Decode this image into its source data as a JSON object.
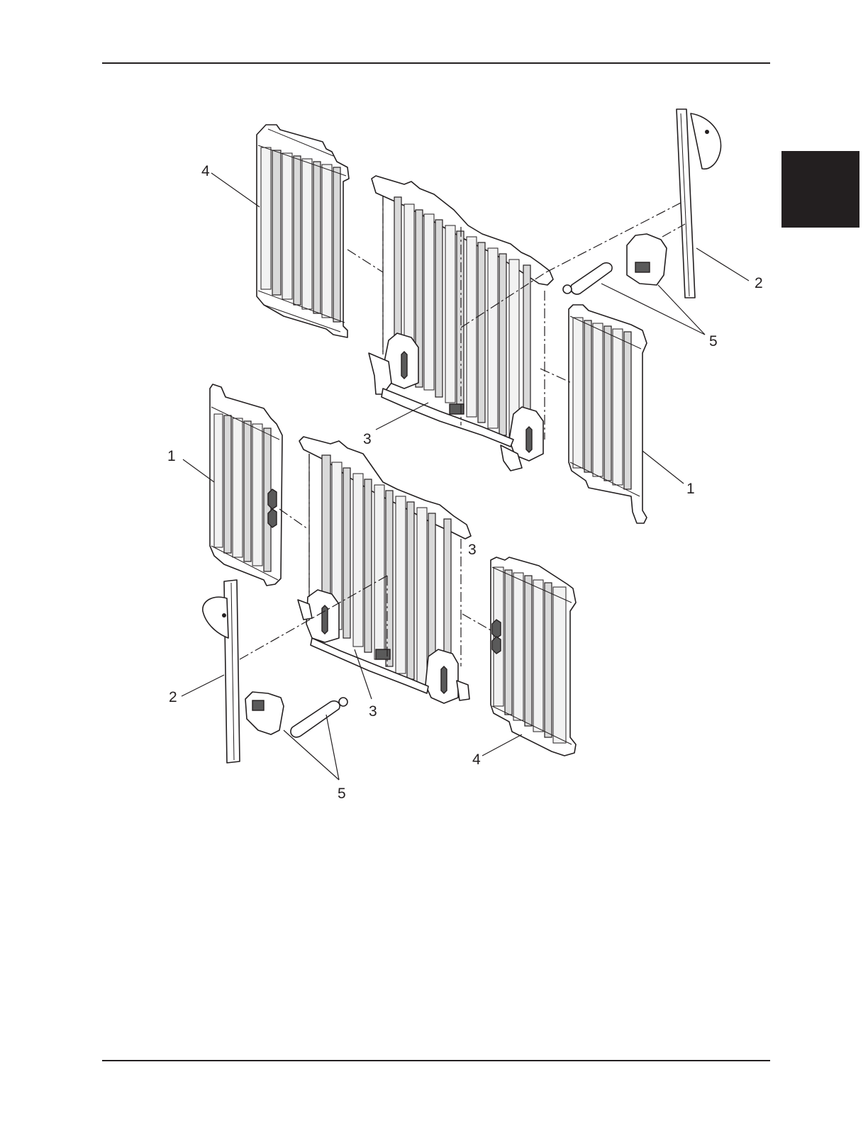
{
  "header": {
    "rule": true
  },
  "section_tab": {
    "color": "#231f20"
  },
  "figure": {
    "callouts": [
      {
        "id": "c-top-left-4",
        "text": "4"
      },
      {
        "id": "c-top-right-2",
        "text": "2"
      },
      {
        "id": "c-top-right-5",
        "text": "5"
      },
      {
        "id": "c-top-3",
        "text": "3"
      },
      {
        "id": "c-left-1",
        "text": "1"
      },
      {
        "id": "c-right-1",
        "text": "1"
      },
      {
        "id": "c-mid-3",
        "text": "3"
      },
      {
        "id": "c-bottom-left-2",
        "text": "2"
      },
      {
        "id": "c-bottom-3",
        "text": "3"
      },
      {
        "id": "c-bottom-right-4",
        "text": "4"
      },
      {
        "id": "c-bottom-5",
        "text": "5"
      }
    ]
  },
  "footer": {
    "rule": true
  }
}
